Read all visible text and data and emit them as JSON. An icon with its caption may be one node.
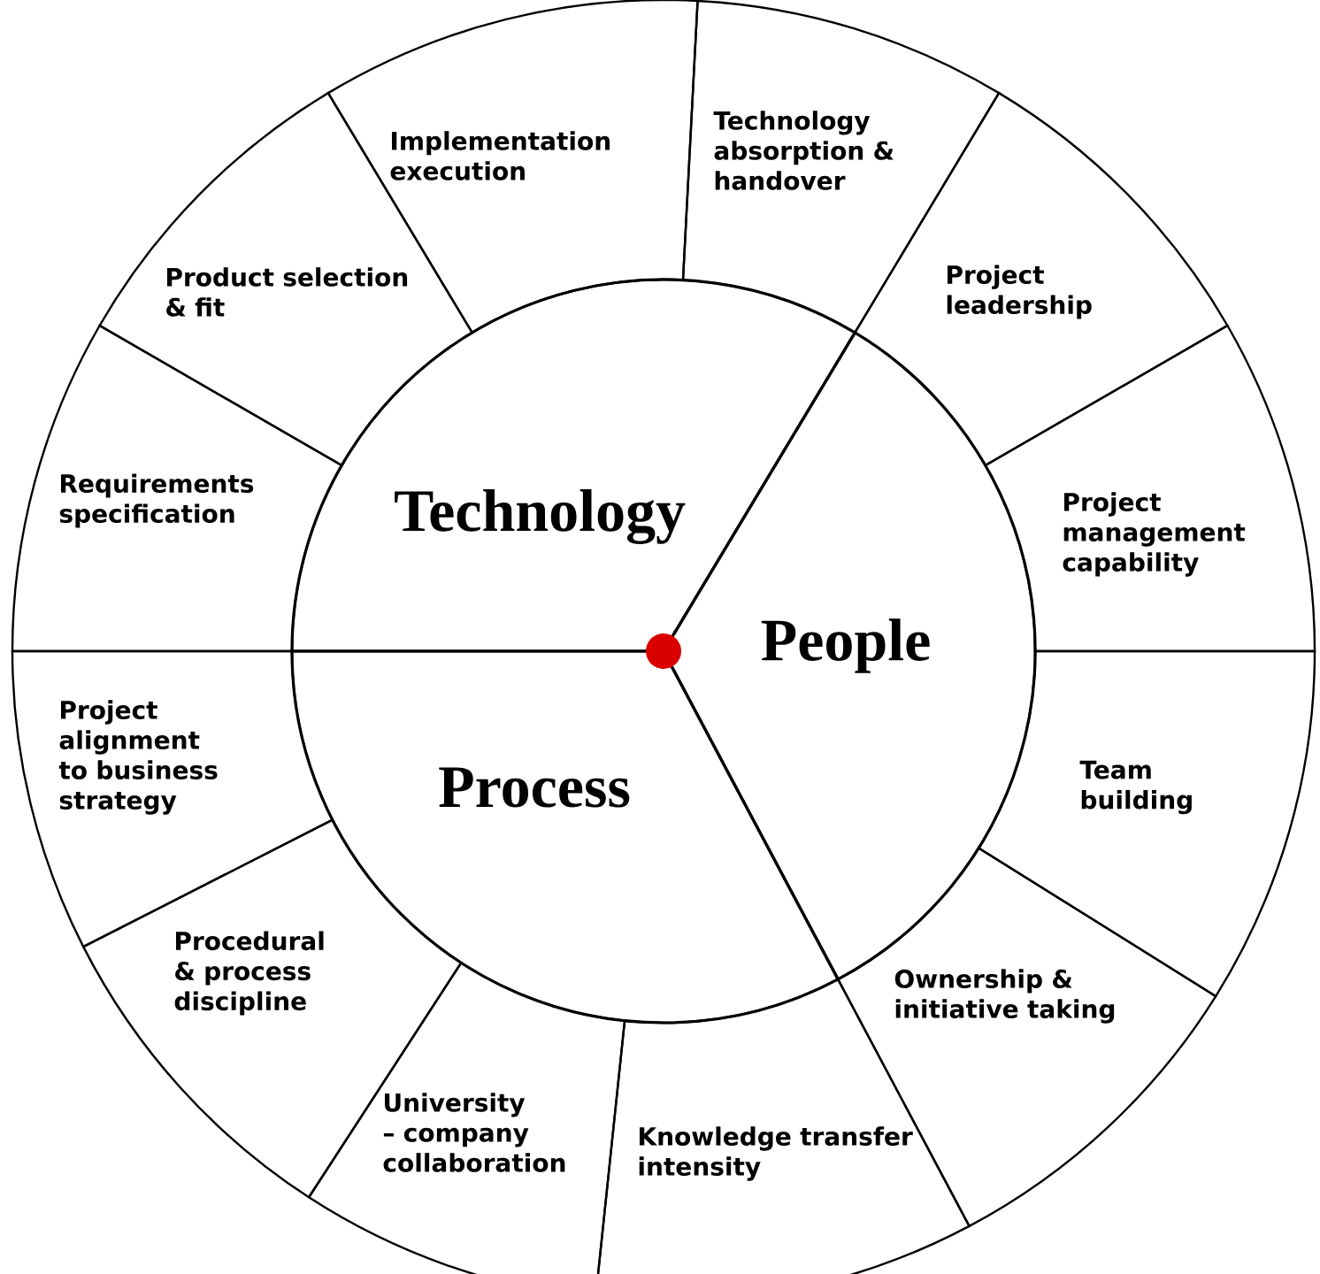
{
  "diagram": {
    "nodes": [
      {
        "text": [
          "Technology"
        ]
      },
      {
        "text": [
          "People"
        ]
      },
      {
        "text": [
          "Process"
        ]
      },
      {
        "text": [
          "Implementation execution"
        ]
      },
      {
        "text": [
          "Technology absorption & handover"
        ]
      },
      {
        "text": [
          "Project leadership"
        ]
      },
      {
        "text": [
          "Project management capability"
        ]
      },
      {
        "text": [
          "Team building"
        ]
      },
      {
        "text": [
          "Ownership & initiative taking"
        ]
      },
      {
        "text": [
          "Knowledge transfer intensity"
        ]
      },
      {
        "text": [
          "University – company collaboration"
        ]
      },
      {
        "text": [
          "Procedural & process discipline"
        ]
      },
      {
        "text": [
          "Project alignment to business strategy"
        ]
      },
      {
        "text": [
          "Requirements specification"
        ]
      },
      {
        "text": [
          "Product selection & fit"
        ]
      }
    ]
  }
}
